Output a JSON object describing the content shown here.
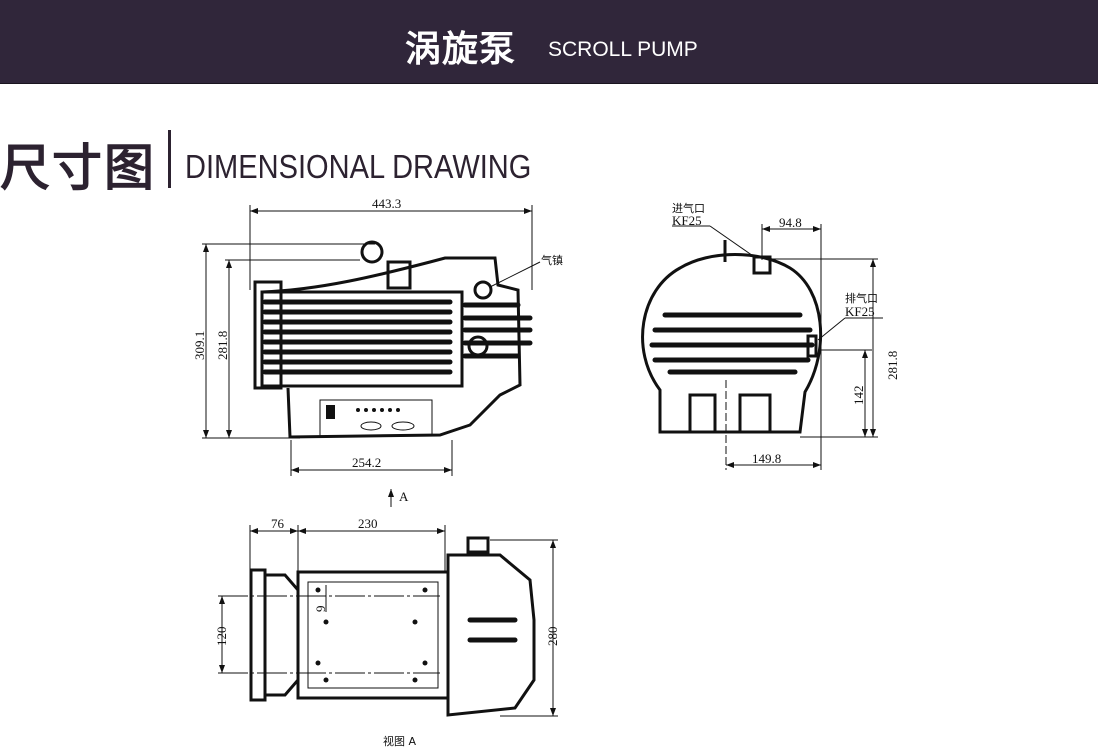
{
  "header": {
    "title_cn": "涡旋泵",
    "title_en": "SCROLL PUMP"
  },
  "section": {
    "title_cn": "尺寸图",
    "title_en": "DIMENSIONAL DRAWING"
  },
  "side_view": {
    "length": "443.3",
    "height_total": "309.1",
    "height_body": "281.8",
    "base_length": "254.2",
    "gas_ballast_label": "气镇",
    "view_arrow_label": "A"
  },
  "front_view": {
    "inlet_label": "进气口",
    "inlet_size": "KF25",
    "inlet_offset": "94.8",
    "outlet_label": "排气口",
    "outlet_size": "KF25",
    "height": "281.8",
    "outlet_height": "142",
    "base_offset": "149.8"
  },
  "bottom_view": {
    "offset": "76",
    "hole_spacing_x": "230",
    "hole_spacing_y": "120",
    "width": "280",
    "hole_dia": "9",
    "caption": "视图 A"
  }
}
